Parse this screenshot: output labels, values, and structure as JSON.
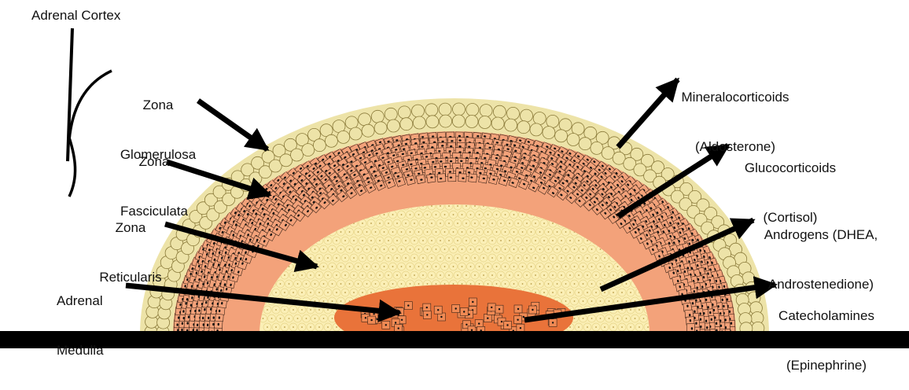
{
  "title": "Adrenal Cortex",
  "left_labels": {
    "glomerulosa": [
      "Zona",
      "Glomerulosa"
    ],
    "fasciculata": [
      "Zona",
      "Fasciculata"
    ],
    "reticularis": [
      "Zona",
      "Reticularis"
    ],
    "medulla": [
      "Adrenal",
      "Medulla"
    ]
  },
  "right_labels": {
    "mineralocorticoids": [
      "Mineralocorticoids",
      "(Aldosterone)"
    ],
    "glucocorticoids": [
      "Glucocorticoids",
      "(Cortisol)"
    ],
    "androgens": [
      "Androgens (DHEA,",
      "Androstenedione)"
    ],
    "catecholamines": [
      "Catecholamines",
      "(Epinephrine)"
    ]
  },
  "colors": {
    "capsule": "#ede3a8",
    "capsule_cell_line": "#8a7a3a",
    "fasciculata": "#f3a27a",
    "reticularis_zone": "#f0a57f",
    "medulla_bg": "#fbefb6",
    "medulla_core": "#e9733a",
    "cell_line": "#3a2418",
    "nucleus": "#111111",
    "arrow": "#000000",
    "base_bar": "#000000"
  }
}
